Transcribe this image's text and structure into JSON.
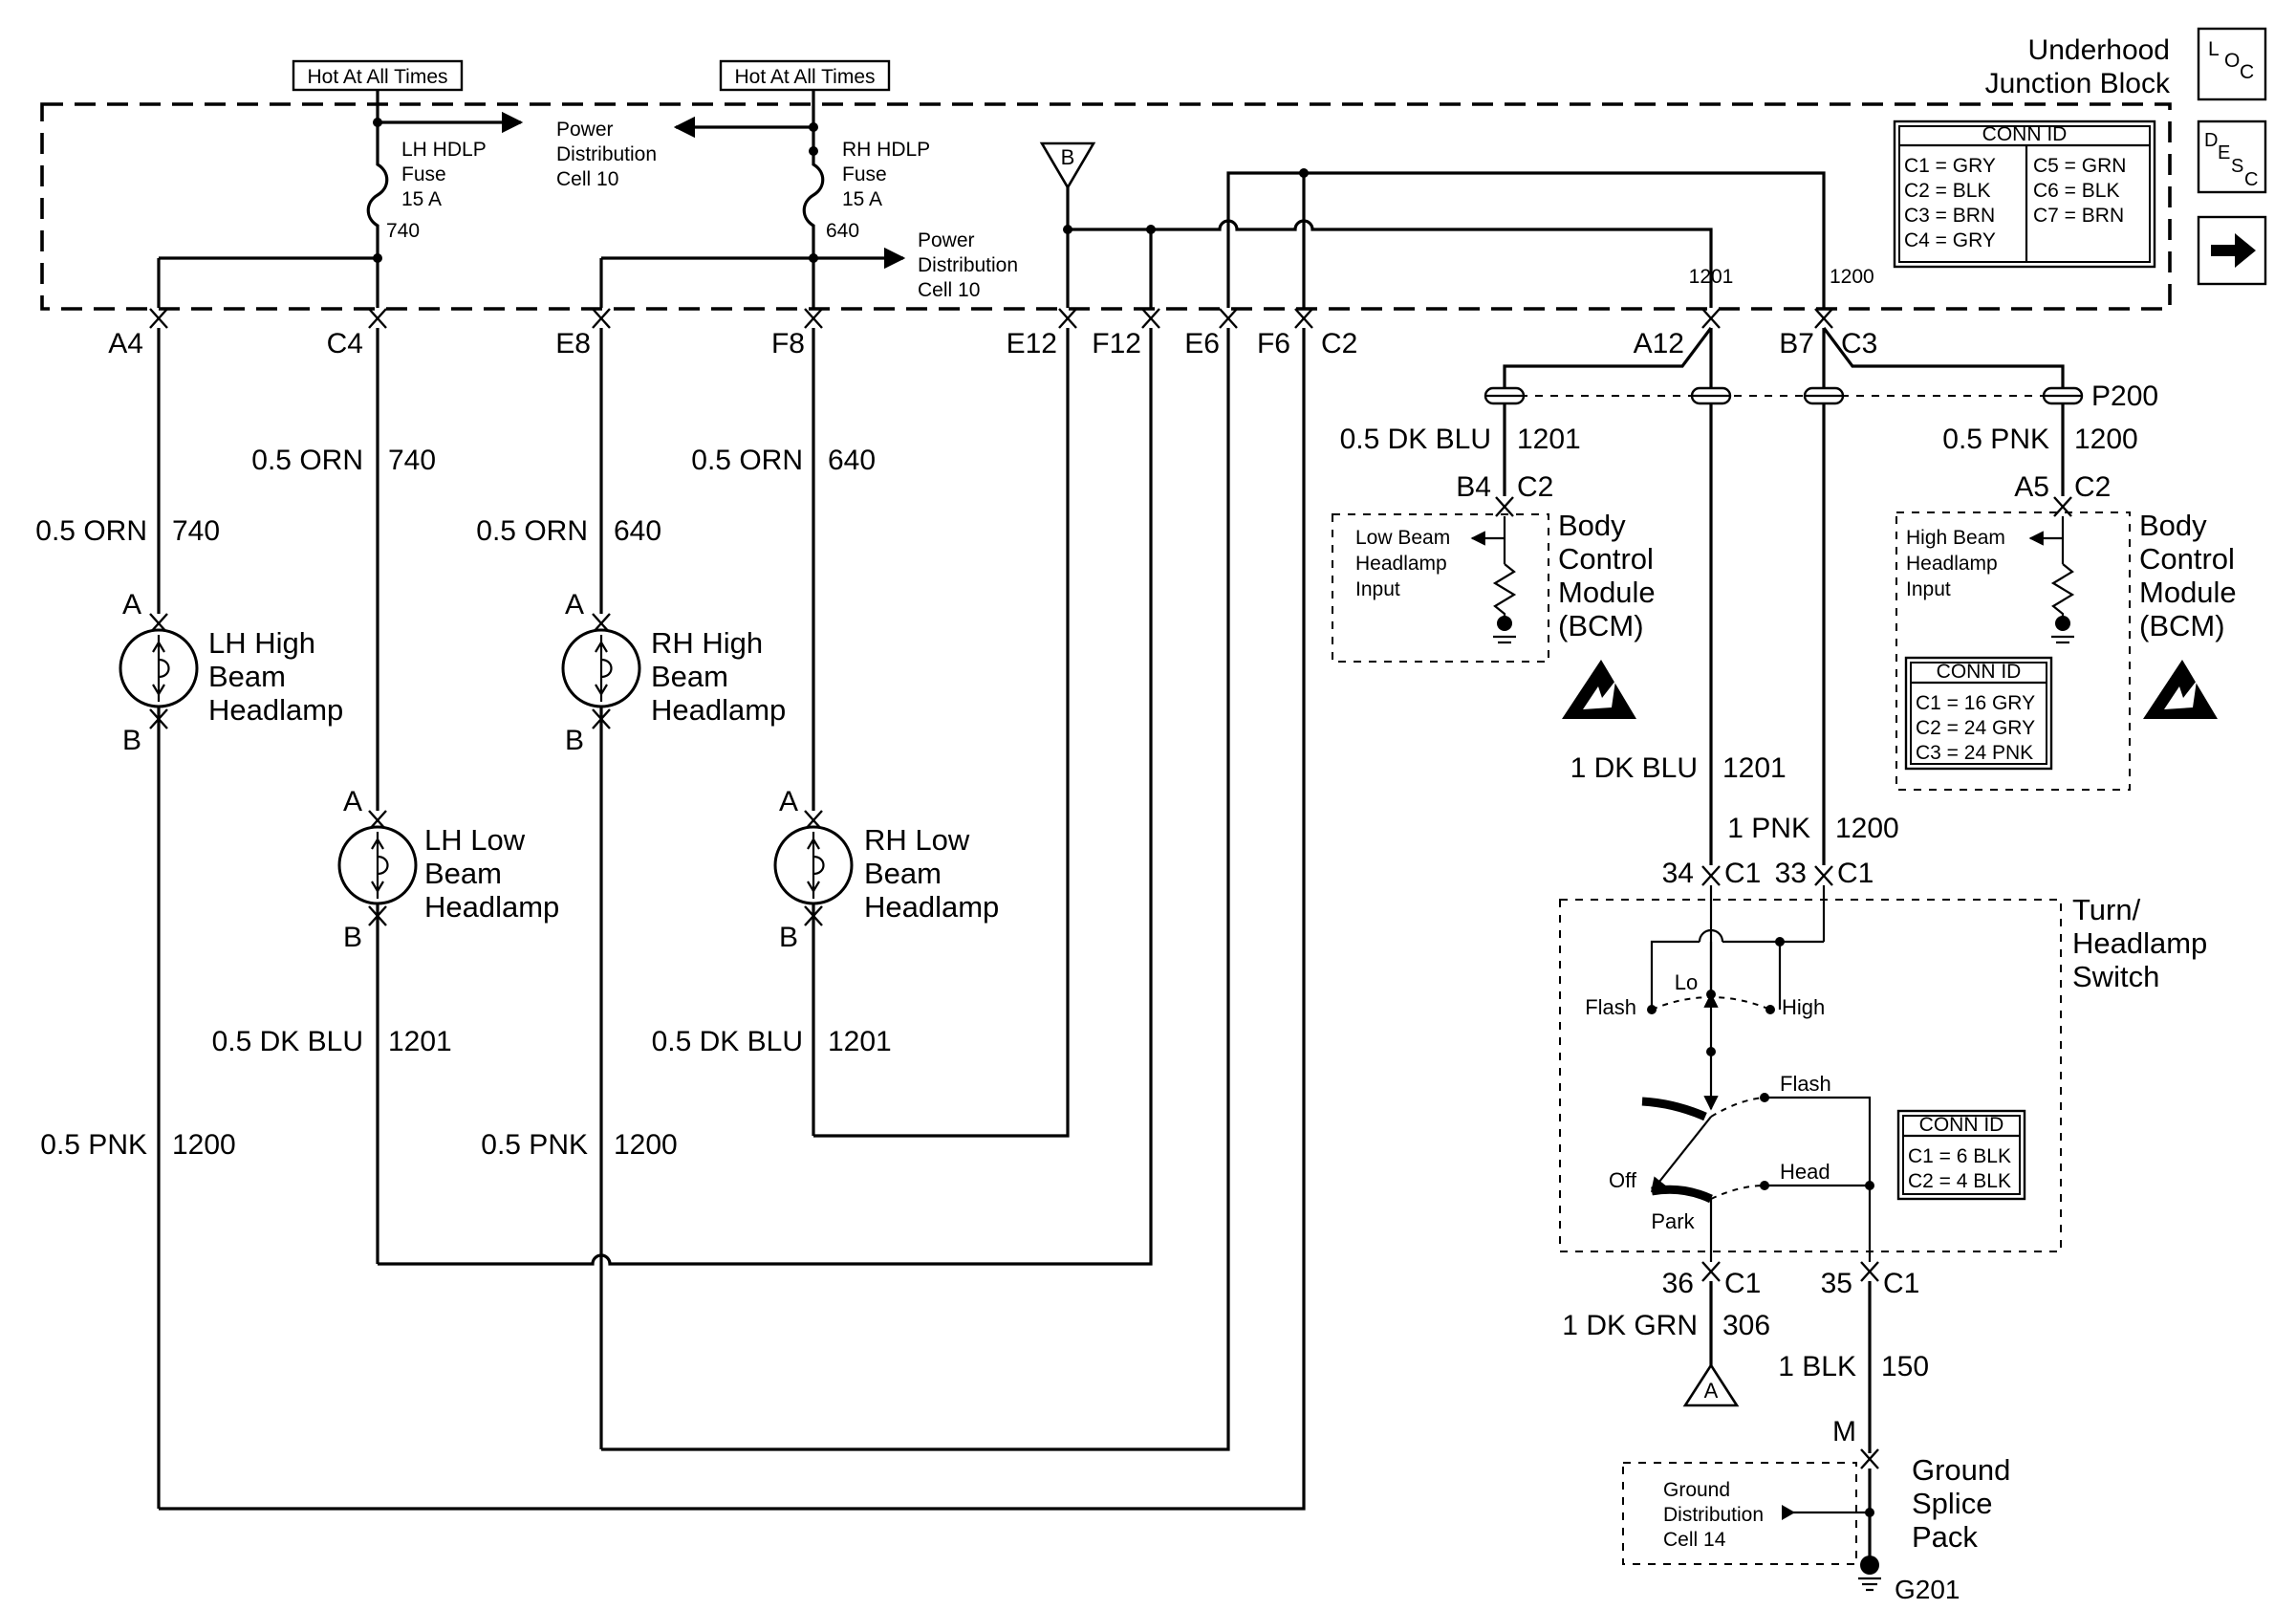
{
  "hot_at_all_times": "Hot At All Times",
  "underhood": {
    "line1": "Underhood",
    "line2": "Junction Block"
  },
  "ujb_conn": {
    "title": "CONN ID",
    "left": [
      "C1 = GRY",
      "C2 = BLK",
      "C3 = BRN",
      "C4 = GRY"
    ],
    "right": [
      "C5 = GRN",
      "C6 = BLK",
      "C7 = BRN"
    ]
  },
  "side_icons": {
    "loc": [
      "L",
      "O",
      "C"
    ],
    "desc": [
      "D",
      "E",
      "S",
      "C"
    ]
  },
  "fuses": {
    "lh": {
      "lines": [
        "LH HDLP",
        "Fuse",
        "15 A"
      ],
      "circuit": "740"
    },
    "rh": {
      "lines": [
        "RH HDLP",
        "Fuse",
        "15 A"
      ],
      "circuit": "640"
    }
  },
  "power_dist": [
    "Power",
    "Distribution",
    "Cell 10"
  ],
  "ref_b": "B",
  "ref_a": "A",
  "ujb_pins": [
    "A4",
    "C4",
    "E8",
    "F8",
    "E12",
    "F12",
    "E6",
    "F6",
    "C2"
  ],
  "ujb_out_circuits": [
    "1201",
    "1200"
  ],
  "right_pins": {
    "a12": "A12",
    "b7": "B7",
    "c3": "C3",
    "p200": "P200"
  },
  "wires": {
    "a4": [
      "0.5 ORN",
      "740"
    ],
    "c4": [
      "0.5 ORN",
      "740"
    ],
    "e8": [
      "0.5 ORN",
      "640"
    ],
    "f8": [
      "0.5 ORN",
      "640"
    ],
    "lhlo_b": [
      "0.5 DK BLU",
      "1201"
    ],
    "rhlo_b": [
      "0.5 DK BLU",
      "1201"
    ],
    "lhhi_b": [
      "0.5 PNK",
      "1200"
    ],
    "rhhi_b": [
      "0.5 PNK",
      "1200"
    ],
    "bcm_lo": [
      "0.5 DK BLU",
      "1201"
    ],
    "bcm_hi": [
      "0.5 PNK",
      "1200"
    ],
    "sw_34": [
      "1 DK BLU",
      "1201"
    ],
    "sw_33": [
      "1 PNK",
      "1200"
    ],
    "sw_36": [
      "1 DK GRN",
      "306"
    ],
    "sw_35": [
      "1 BLK",
      "150"
    ]
  },
  "lamps": {
    "lh_high": {
      "lines": [
        "LH High",
        "Beam",
        "Headlamp"
      ],
      "a": "A",
      "b": "B"
    },
    "rh_high": {
      "lines": [
        "RH High",
        "Beam",
        "Headlamp"
      ],
      "a": "A",
      "b": "B"
    },
    "lh_low": {
      "lines": [
        "LH Low",
        "Beam",
        "Headlamp"
      ],
      "a": "A",
      "b": "B"
    },
    "rh_low": {
      "lines": [
        "RH Low",
        "Beam",
        "Headlamp"
      ],
      "a": "A",
      "b": "B"
    }
  },
  "bcm_lo": {
    "pin": "B4",
    "conn": "C2",
    "input": [
      "Low Beam",
      "Headlamp",
      "Input"
    ],
    "name": [
      "Body",
      "Control",
      "Module",
      "(BCM)"
    ]
  },
  "bcm_hi": {
    "pin": "A5",
    "conn": "C2",
    "input": [
      "High Beam",
      "Headlamp",
      "Input"
    ],
    "name": [
      "Body",
      "Control",
      "Module",
      "(BCM)"
    ],
    "conn_id": {
      "title": "CONN ID",
      "rows": [
        "C1 = 16 GRY",
        "C2 = 24 GRY",
        "C3 = 24 PNK"
      ]
    }
  },
  "switch": {
    "name": [
      "Turn/",
      "Headlamp",
      "Switch"
    ],
    "top_pins": {
      "p34": "34",
      "c1a": "C1",
      "p33": "33",
      "c1b": "C1"
    },
    "bottom_pins": {
      "p36": "36",
      "c1a": "C1",
      "p35": "35",
      "c1b": "C1"
    },
    "labels": {
      "flash": "Flash",
      "lo": "Lo",
      "high": "High",
      "flash2": "Flash",
      "head": "Head",
      "off": "Off",
      "park": "Park"
    },
    "conn_id": {
      "title": "CONN ID",
      "rows": [
        "C1 = 6 BLK",
        "C2 = 4 BLK"
      ]
    }
  },
  "ground_splice": {
    "pin": "M",
    "name": [
      "Ground",
      "Splice",
      "Pack"
    ],
    "dist": [
      "Ground",
      "Distribution",
      "Cell 14"
    ],
    "ground": "G201"
  }
}
